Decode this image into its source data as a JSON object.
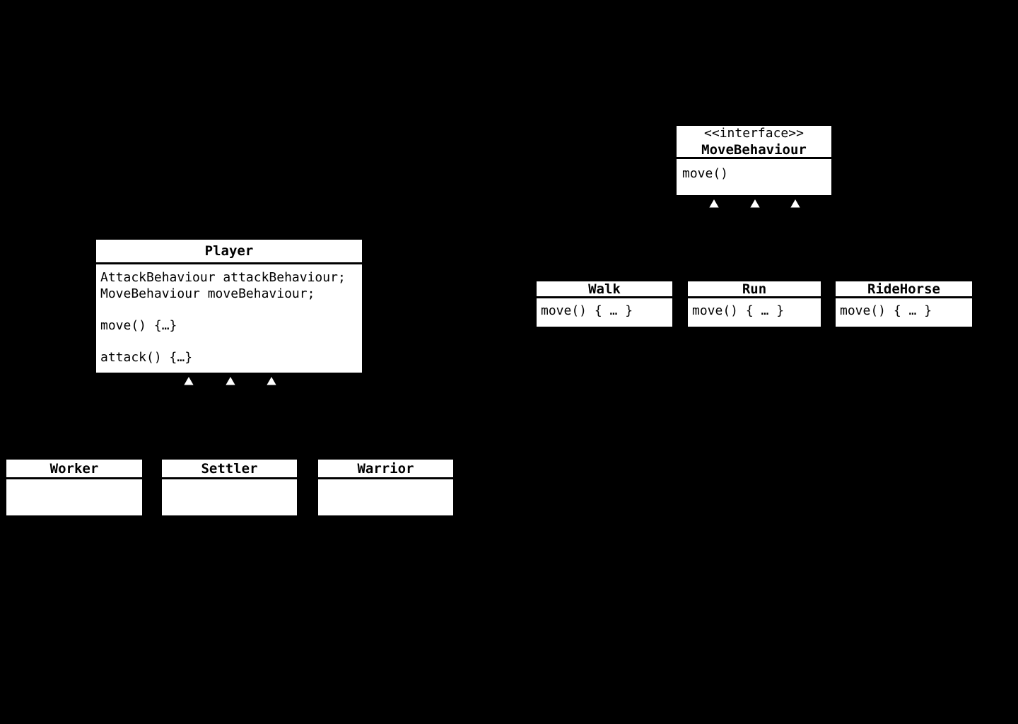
{
  "colors": {
    "background": "#000000",
    "box_fill": "#ffffff",
    "box_border": "#000000",
    "text": "#000000",
    "triangle_fill": "#ffffff"
  },
  "diagram": {
    "player": {
      "name": "Player",
      "members": [
        "AttackBehaviour attackBehaviour;",
        "MoveBehaviour moveBehaviour;",
        "",
        "move() {…}",
        "",
        "attack() {…}"
      ]
    },
    "worker": {
      "name": "Worker",
      "members": []
    },
    "settler": {
      "name": "Settler",
      "members": []
    },
    "warrior": {
      "name": "Warrior",
      "members": []
    },
    "move_behaviour": {
      "stereotype": "<<interface>>",
      "name": "MoveBehaviour",
      "members": [
        "move()"
      ]
    },
    "walk": {
      "name": "Walk",
      "members": [
        "move() { … }"
      ]
    },
    "run": {
      "name": "Run",
      "members": [
        "move() { … }"
      ]
    },
    "ride_horse": {
      "name": "RideHorse",
      "members": [
        "move() { … }"
      ]
    }
  }
}
